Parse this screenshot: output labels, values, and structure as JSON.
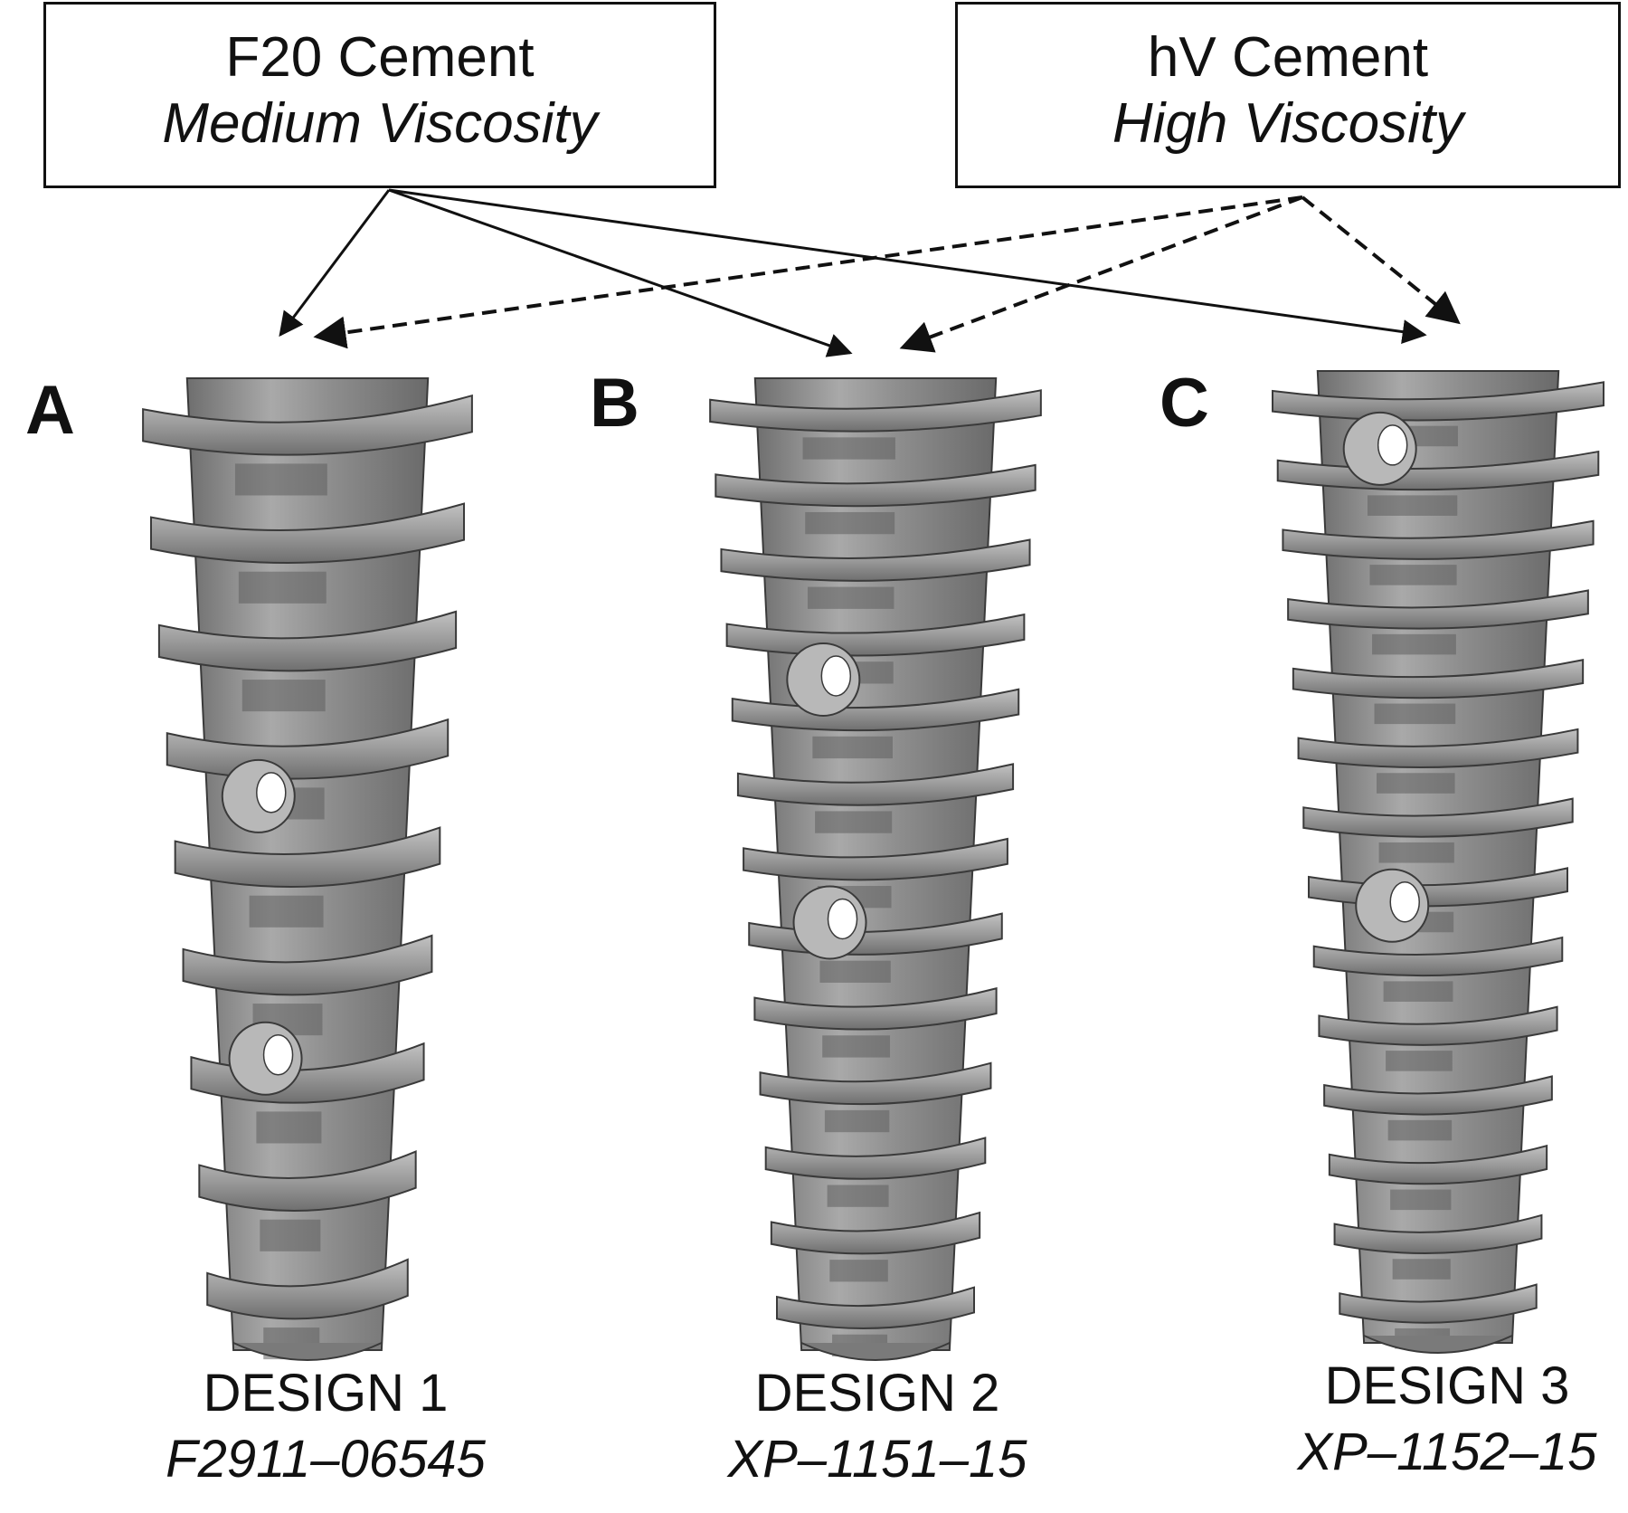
{
  "cements": [
    {
      "name": "F20 Cement",
      "viscosity": "Medium Viscosity"
    },
    {
      "name": "hV Cement",
      "viscosity": "High Viscosity"
    }
  ],
  "designs": [
    {
      "letter": "A",
      "name": "DESIGN 1",
      "code": "F2911–06545"
    },
    {
      "letter": "B",
      "name": "DESIGN 2",
      "code": "XP–1151–15"
    },
    {
      "letter": "C",
      "name": "DESIGN 3",
      "code": "XP–1152–15"
    }
  ],
  "colors": {
    "screw_body": "#8c8c8c",
    "screw_thread": "#a8a8a8",
    "outline": "#3a3a3a"
  }
}
